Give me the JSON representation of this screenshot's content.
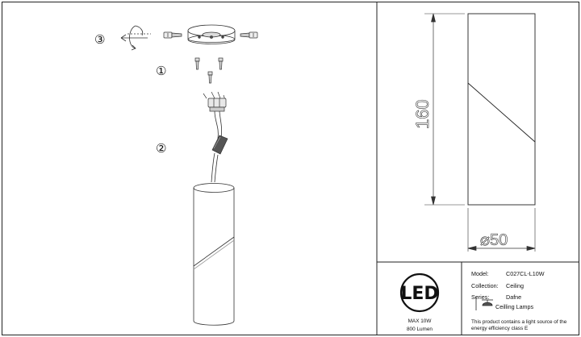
{
  "steps": {
    "one": "①",
    "two": "②",
    "three": "③"
  },
  "dimensions": {
    "height": "160",
    "diameter": "⌀50"
  },
  "led_badge": {
    "logo": "LED",
    "power": "MAX 10W",
    "lumen": "800 Lumen"
  },
  "spec": {
    "model_label": "Model:",
    "model_value": "C027CL-L10W",
    "collection_label": "Collection:",
    "collection_value": "Ceiling",
    "series_label": "Series:",
    "series_value": "Dafne",
    "type_value": "Ceilling Lamps",
    "energy_note_line1": "This product contains a light source of the",
    "energy_note_line2": "energy efficiency class E"
  }
}
